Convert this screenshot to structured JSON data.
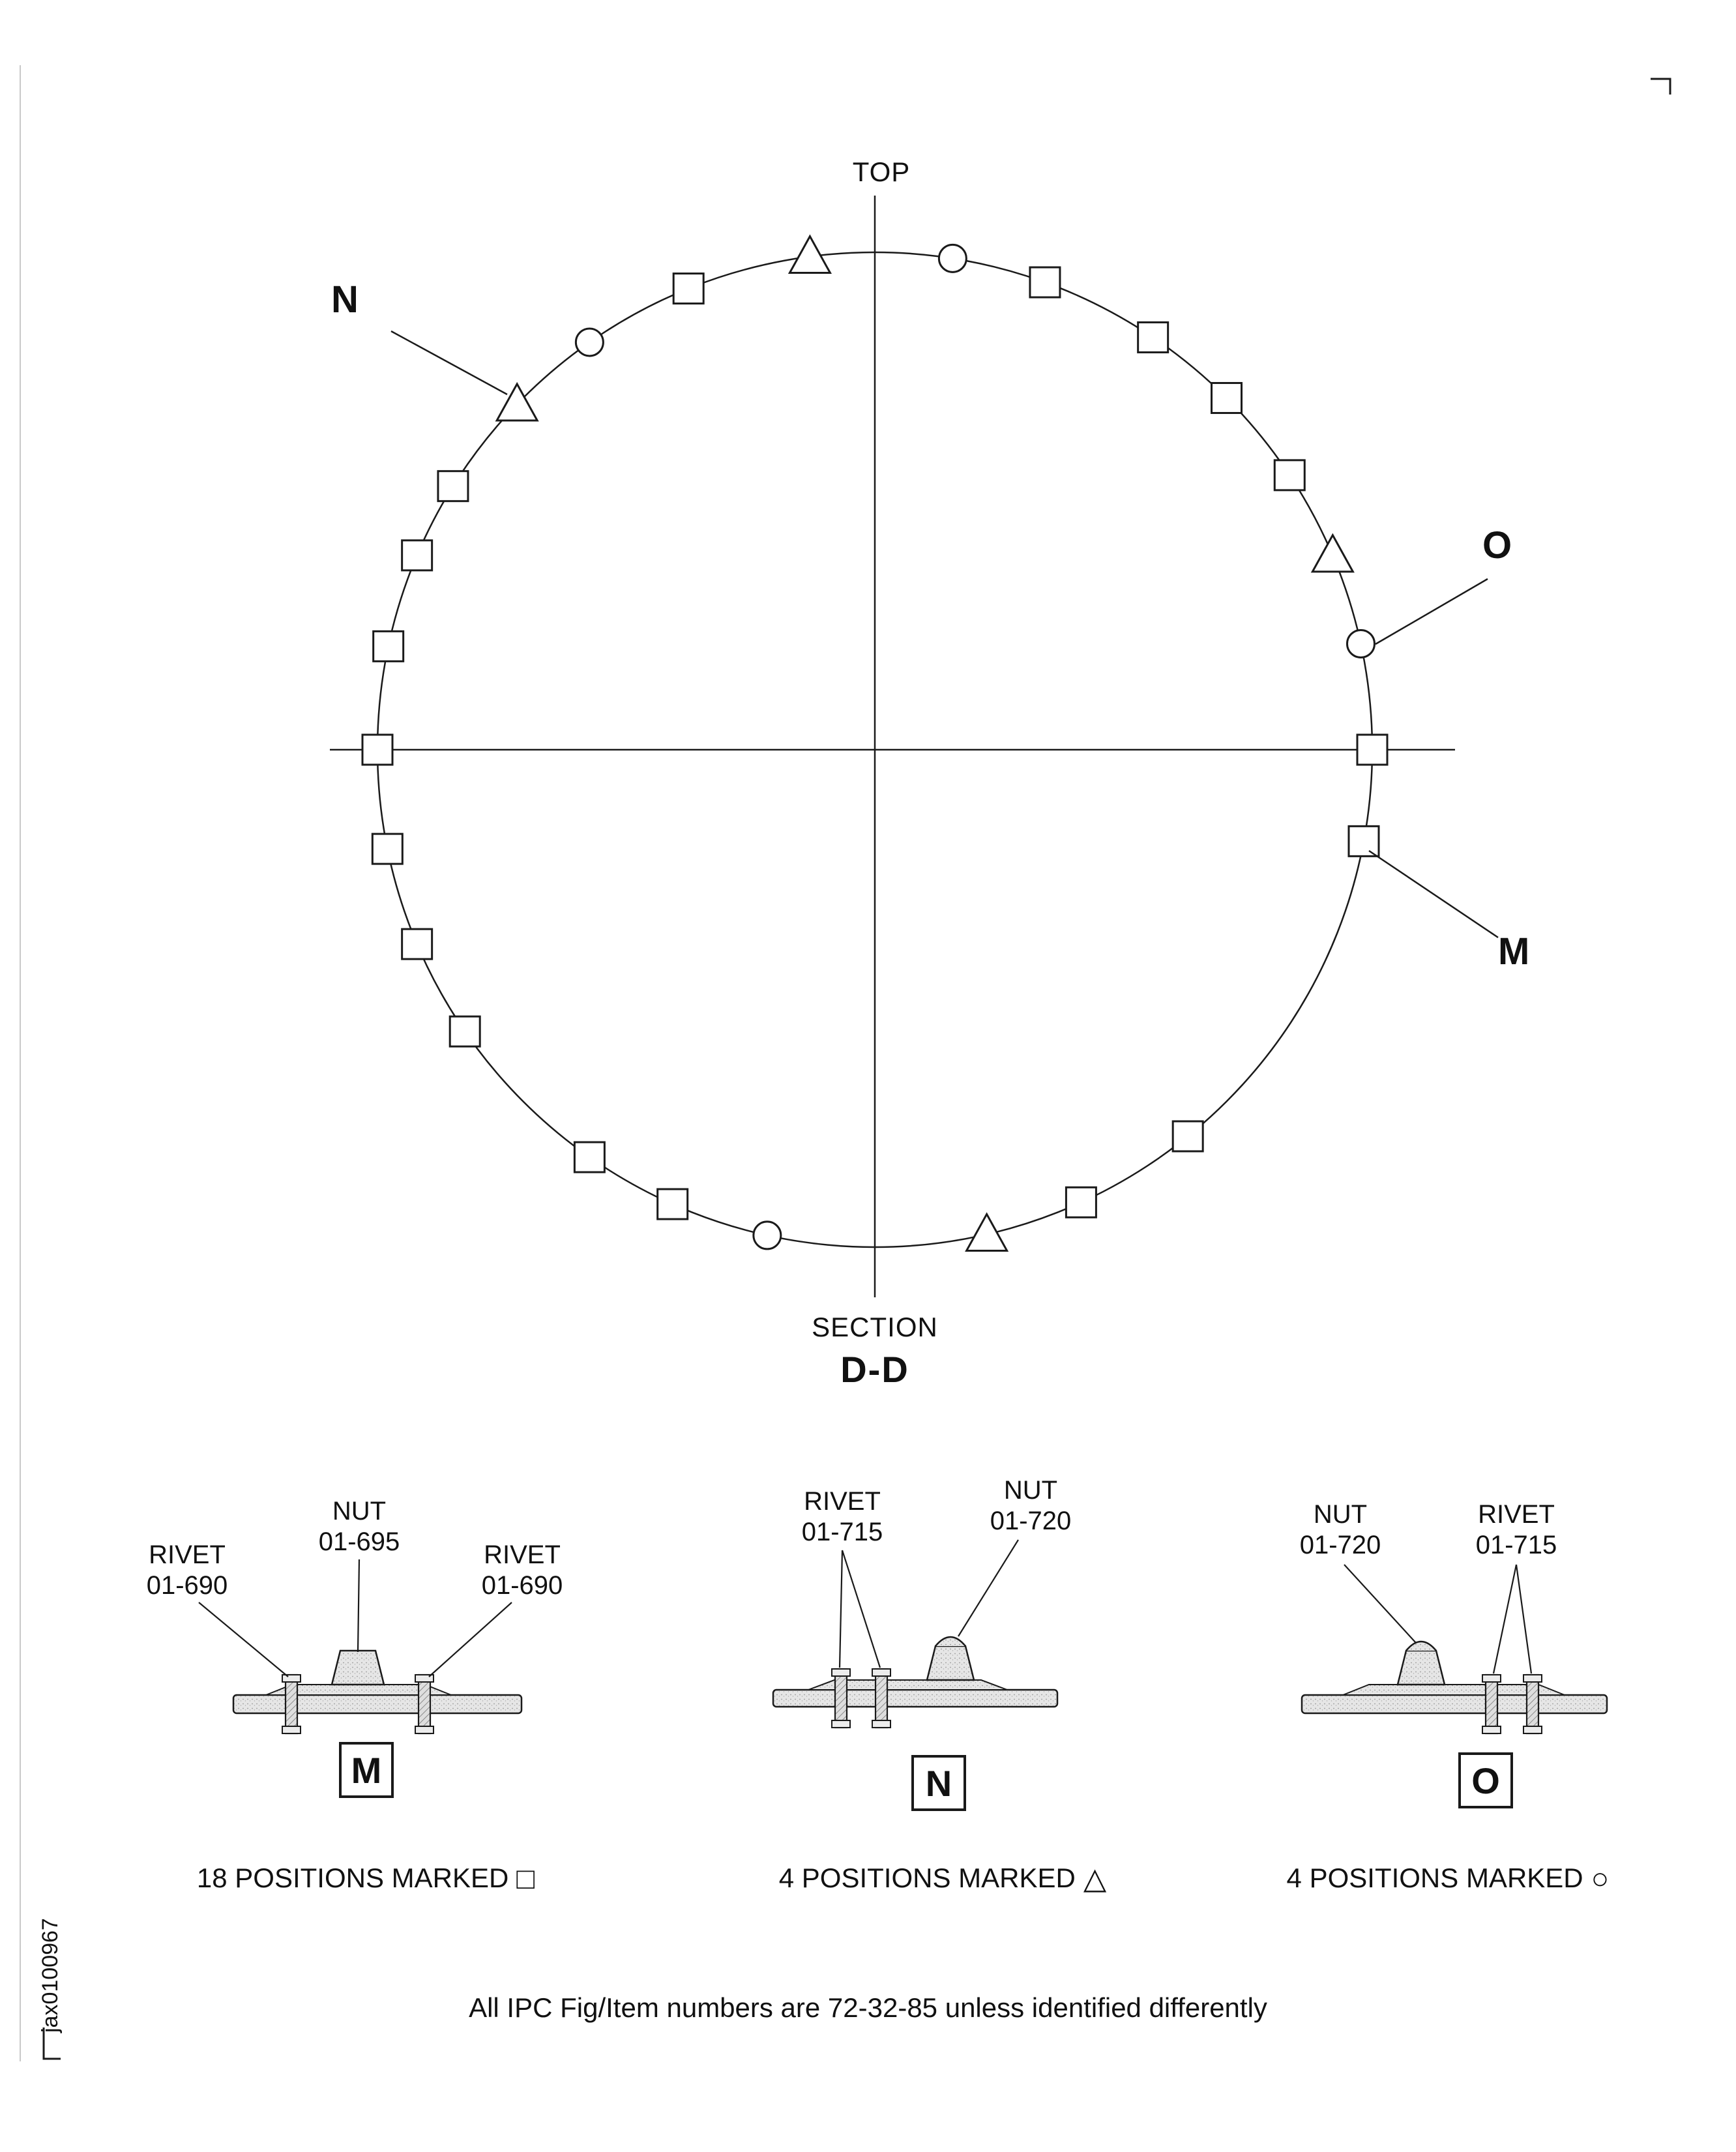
{
  "section_view": {
    "top_label": "TOP",
    "section_label": "SECTION",
    "section_name": "D-D",
    "callouts": {
      "n": "N",
      "o": "O",
      "m": "M"
    },
    "markers": {
      "square_angles_deg": [
        0,
        33.5,
        45,
        56,
        70,
        112,
        148,
        157,
        168,
        180,
        -168.5,
        -157,
        -145.5,
        -125,
        -114,
        -65.5,
        -51,
        -10.6
      ],
      "triangle_angles_deg": [
        97.5,
        136,
        23,
        -77
      ],
      "circle_angles_deg": [
        81,
        125,
        12.3,
        -102.5
      ]
    },
    "square_count": 18,
    "triangle_count": 4,
    "circle_count": 4
  },
  "details": [
    {
      "id": "M",
      "labels": [
        {
          "line1": "RIVET",
          "line2": "01-690"
        },
        {
          "line1": "NUT",
          "line2": "01-695"
        },
        {
          "line1": "RIVET",
          "line2": "01-690"
        }
      ],
      "positions_note": "18 POSITIONS MARKED",
      "positions_symbol": "□"
    },
    {
      "id": "N",
      "labels": [
        {
          "line1": "RIVET",
          "line2": "01-715"
        },
        {
          "line1": "NUT",
          "line2": "01-720"
        }
      ],
      "positions_note": "4 POSITIONS MARKED",
      "positions_symbol": "△"
    },
    {
      "id": "O",
      "labels": [
        {
          "line1": "NUT",
          "line2": "01-720"
        },
        {
          "line1": "RIVET",
          "line2": "01-715"
        }
      ],
      "positions_note": "4 POSITIONS MARKED",
      "positions_symbol": "○"
    }
  ],
  "footnote": "All IPC Fig/Item numbers are 72-32-85 unless identified differently",
  "doc_code": "jax0100967"
}
